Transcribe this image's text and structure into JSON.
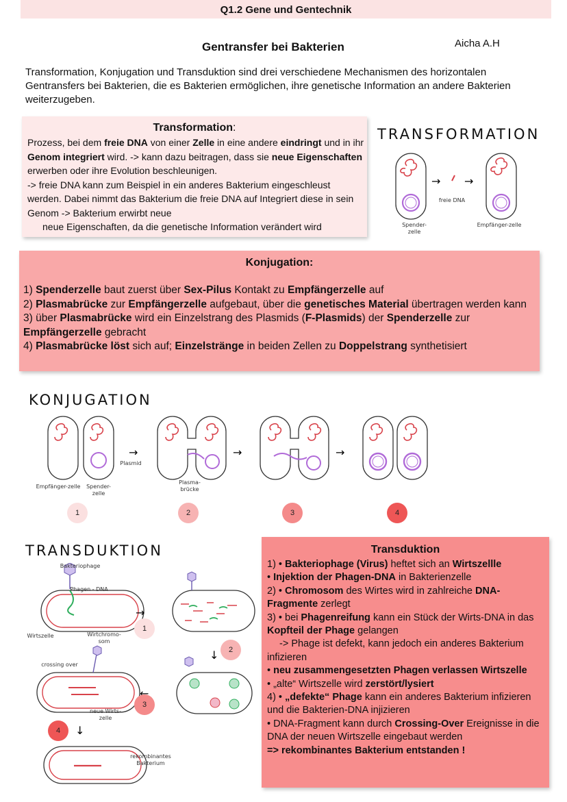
{
  "header": {
    "title": "Q1.2 Gene und Gentechnik"
  },
  "doc": {
    "title": "Gentransfer bei Bakterien",
    "author": "Aicha A.H",
    "intro": "Transformation, Konjugation und Transduktion sind drei verschiedene Mechanismen des horizontalen Gentransfers bei Bakterien, die es Bakterien ermöglichen, ihre genetische Information an andere Bakterien weiterzugeben."
  },
  "transformation": {
    "title": "Transformation",
    "colon": ":",
    "p1": "Prozess, bei dem ",
    "b1": "freie DNA",
    "p2": " von einer ",
    "b2": "Zelle",
    "p3": " in eine andere ",
    "b3": "eindringt",
    "p4": " und in ihr ",
    "b4": "Genom integriert",
    "p5": " wird. -> kann dazu beitragen, dass sie ",
    "b5": "neue Eigenschaften",
    "p6": " erwerben oder ihre Evolution beschleunigen.",
    "line2": "-> freie DNA kann zum Beispiel in ein anderes Bakterium eingeschleust werden. Dabei nimmt das Bakterium die freie DNA auf Integriert diese in sein Genom -> Bakterium erwirbt neue",
    "line3": "neue Eigenschaften, da die genetische Information verändert wird",
    "diagram": {
      "heading": "TRANSFORMATION",
      "label_free": "freie DNA",
      "label_donor": "Spender-zelle",
      "label_recipient": "Empfänger-zelle"
    }
  },
  "konjugation": {
    "title": "Konjugation:",
    "s1_num": "1) ",
    "s1_b1": "Spenderzelle",
    "s1_t1": " baut zuerst über ",
    "s1_b2": "Sex-Pilus",
    "s1_t2": " Kontakt zu ",
    "s1_b3": "Empfängerzelle",
    "s1_t3": " auf",
    "s2_num": "2) ",
    "s2_b1": "Plasmabrücke",
    "s2_t1": " zur ",
    "s2_b2": "Empfängerzelle",
    "s2_t2": " aufgebaut, über die ",
    "s2_b3": "genetisches Material",
    "s2_t3": " übertragen werden kann",
    "s3_t0": "3) über ",
    "s3_b1": "Plasmabrücke",
    "s3_t1": " wird ein Einzelstrang des Plasmids (",
    "s3_b2": "F-Plasmids",
    "s3_t2": ") der ",
    "s3_b3": "Spenderzelle",
    "s3_t3": " zur ",
    "s3_b4": "Empfängerzelle",
    "s3_t4": " gebracht",
    "s4_num": "4) ",
    "s4_b1": "Plasmabrücke löst",
    "s4_t1": " sich auf; ",
    "s4_b2": "Einzelstränge",
    "s4_t2": " in beiden Zellen zu ",
    "s4_b3": "Doppelstrang",
    "s4_t3": " synthetisiert",
    "diagram": {
      "heading": "KONJUGATION",
      "label_plasmid": "Plasmid",
      "label_recipient": "Empfänger-zelle",
      "label_donor": "Spender-zelle",
      "label_bridge": "Plasma-brücke",
      "steps": [
        "1",
        "2",
        "3",
        "4"
      ]
    }
  },
  "transduktion": {
    "title": "Transduktion",
    "l1_t0": "1) •  ",
    "l1_b1": "Bakteriophage (Virus)",
    "l1_t1": " heftet sich an ",
    "l1_b2": "Wirtszellle",
    "l2_t0": "• ",
    "l2_b1": "Injektion der Phagen-DNA",
    "l2_t1": " in Bakterienzelle",
    "l3_t0": "2) • ",
    "l3_b1": "Chromosom",
    "l3_t1": " des Wirtes wird in zahlreiche ",
    "l3_b2": "DNA-Fragmente",
    "l3_t2": " zerlegt",
    "l4_t0": "3) • bei ",
    "l4_b1": "Phagenreifung",
    "l4_t1": " kann ein Stück der Wirts-DNA in das ",
    "l4_b2": "Kopfteil der Phage",
    "l4_t2": " gelangen",
    "l5": "-> Phage ist defekt, kann jedoch ein anderes Bakterium infizieren",
    "l6_t0": "• ",
    "l6_b1": "neu zusammengesetzten Phagen verlassen Wirtszelle",
    "l7_t0": "• „alte“ Wirtszelle wird ",
    "l7_b1": "zerstört/lysiert",
    "l8_t0": "4) • ",
    "l8_b1": "„defekte“ Phage",
    "l8_t1": " kann ein anderes Bakterium infizieren und die Bakterien-DNA injizieren",
    "l9_t0": "• DNA-Fragment kann durch ",
    "l9_b1": "Crossing-Over",
    "l9_t1": " Ereignisse in die DNA der neuen Wirtszelle eingebaut werden",
    "l10": "=> rekombinantes Bakterium entstanden !",
    "diagram": {
      "heading": "TRANSDUKTION",
      "label_phage": "Bakteriophage",
      "label_phage_dna": "Phagen - DNA",
      "label_host": "Wirtszelle",
      "label_chromosome": "Wirtchromo-som",
      "label_crossing": "crossing over",
      "label_new_host": "neue Wirts-zelle",
      "label_recombinant": "rekombinantes Bakterium",
      "steps": [
        "1",
        "2",
        "3",
        "4"
      ]
    }
  },
  "colors": {
    "header_bg": "#fbe3e3",
    "trans_box": "#fde9e9",
    "konj_box": "#f9a8a8",
    "transd_box": "#f78d8d",
    "dna_red": "#d8424a",
    "plasmid_purple": "#b06ad8",
    "badge1": "#fbe0e0",
    "badge2": "#f7b3b3",
    "badge3": "#f48a8a",
    "badge4": "#ee5656"
  }
}
